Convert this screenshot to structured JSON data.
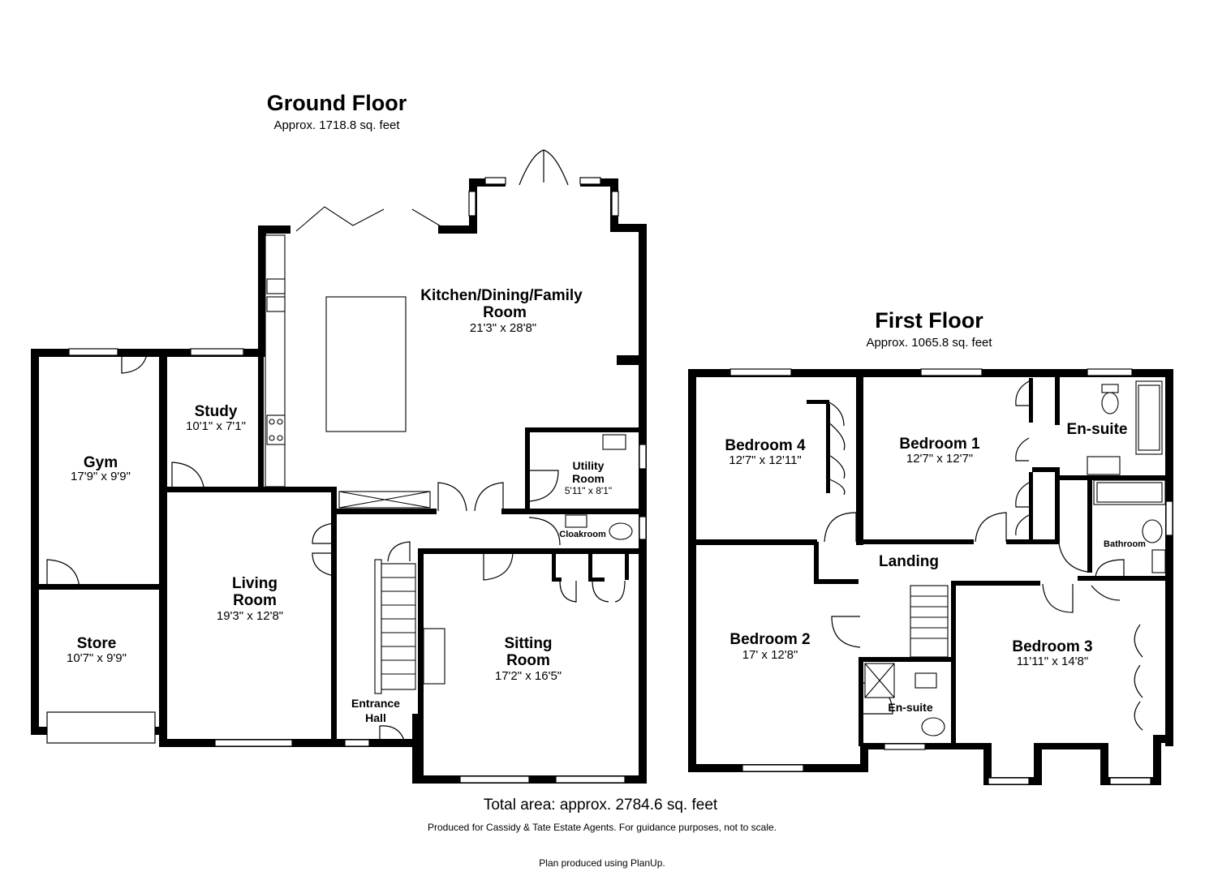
{
  "ground_floor": {
    "title": "Ground Floor",
    "area": "Approx. 1718.8 sq. feet",
    "rooms": {
      "kitchen": {
        "name_line1": "Kitchen/Dining/Family",
        "name_line2": "Room",
        "dims": "21'3\" x 28'8\""
      },
      "gym": {
        "name": "Gym",
        "dims": "17'9\" x 9'9\""
      },
      "store": {
        "name": "Store",
        "dims": "10'7\" x 9'9\""
      },
      "study": {
        "name": "Study",
        "dims": "10'1\" x 7'1\""
      },
      "living": {
        "name_line1": "Living",
        "name_line2": "Room",
        "dims": "19'3\" x 12'8\""
      },
      "utility": {
        "name_line1": "Utility",
        "name_line2": "Room",
        "dims": "5'11\" x 8'1\""
      },
      "cloakroom": {
        "name": "Cloakroom"
      },
      "sitting": {
        "name_line1": "Sitting",
        "name_line2": "Room",
        "dims": "17'2\" x 16'5\""
      },
      "entrance": {
        "name_line1": "Entrance",
        "name_line2": "Hall"
      }
    }
  },
  "first_floor": {
    "title": "First Floor",
    "area": "Approx. 1065.8 sq. feet",
    "rooms": {
      "bedroom4": {
        "name": "Bedroom 4",
        "dims": "12'7\" x 12'11\""
      },
      "bedroom1": {
        "name": "Bedroom 1",
        "dims": "12'7\" x 12'7\""
      },
      "ensuite1": {
        "name": "En-suite"
      },
      "bathroom": {
        "name": "Bathroom"
      },
      "landing": {
        "name": "Landing"
      },
      "bedroom2": {
        "name": "Bedroom 2",
        "dims": "17' x 12'8\""
      },
      "ensuite2": {
        "name": "En-suite"
      },
      "bedroom3": {
        "name": "Bedroom 3",
        "dims": "11'11\" x 14'8\""
      }
    }
  },
  "footer": {
    "total": "Total area: approx. 2784.6 sq. feet",
    "note": "Produced for Cassidy & Tate Estate Agents. For guidance purposes, not to scale.",
    "credit": "Plan produced using PlanUp."
  }
}
